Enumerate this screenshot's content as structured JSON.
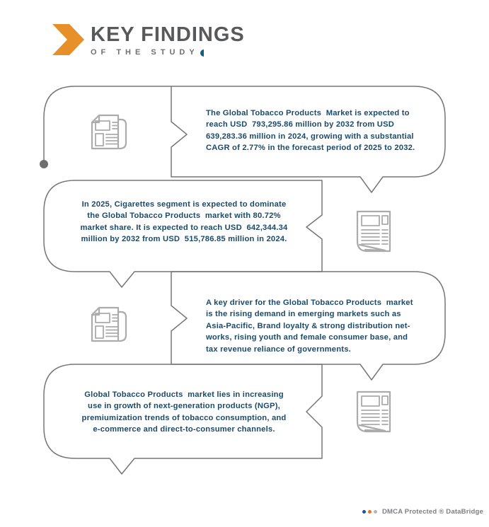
{
  "header": {
    "title": "KEY FINDINGS",
    "subtitle": "OF THE STUDY"
  },
  "bubbles": [
    {
      "name": "market-size-finding",
      "icon": "newspaper-icon",
      "lines": [
        "The Global Tobacco Products  Market is expected to",
        "reach USD  793,295.86 million by 2032 from USD",
        "639,283.36 million in 2024, growing with a substantial",
        "CAGR of 2.77% in the forecast period of 2025 to 2032."
      ]
    },
    {
      "name": "segment-finding",
      "icon": "report-icon",
      "lines": [
        "In 2025, Cigarettes segment is expected to dominate",
        "the Global Tobacco Products  market with 80.72%",
        "market share. It is expected to reach USD  642,344.34",
        "million by 2032 from USD  515,786.85 million in 2024."
      ]
    },
    {
      "name": "driver-finding",
      "icon": "newspaper-icon",
      "lines": [
        "A key driver for the Global Tobacco Products  market",
        "is the rising demand in emerging markets such as",
        "Asia-Pacific, Brand loyalty & strong distribution net-",
        "works, rising youth and female consumer base, and",
        "tax revenue reliance of governments."
      ]
    },
    {
      "name": "trend-finding",
      "icon": "report-icon",
      "lines": [
        "Global Tobacco Products  market lies in increasing",
        "use in growth of next-generation products (NGP),",
        "premiumization trends of tobacco consumption, and",
        "e-commerce and direct-to-consumer channels."
      ]
    }
  ],
  "footer": {
    "dmca_text": "DMCA Protected ® DataBridge"
  },
  "colors": {
    "accent_orange": "#E78F28",
    "text_blue": "#1A4A68",
    "outline_gray": "#767676",
    "icon_gray": "#ABABAB",
    "title_gray": "#58595B",
    "subtitle_mark_teal": "#155E80",
    "footer_gray": "#7E7F82",
    "dot_blue": "#27519C",
    "dot_orange": "#E8761B",
    "dot_gray": "#B5B5B5"
  }
}
